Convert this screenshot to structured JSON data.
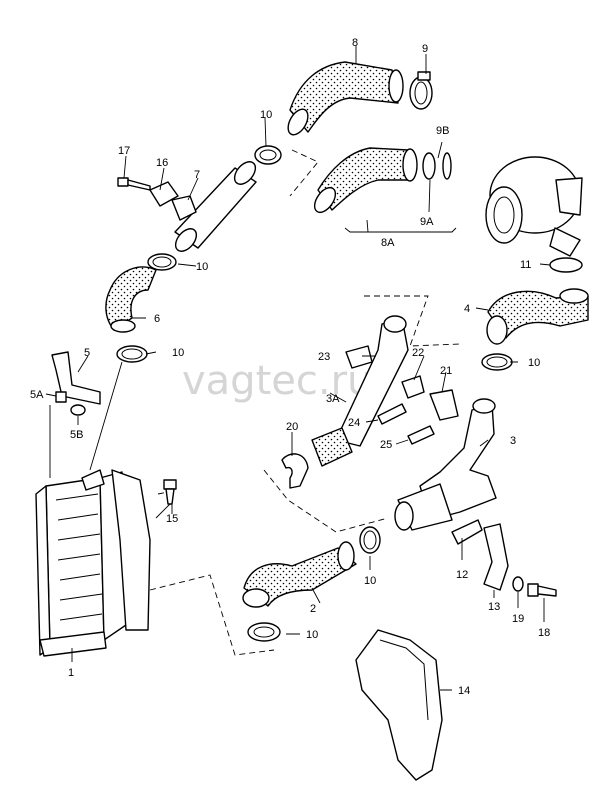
{
  "watermark": "vagtec.ru",
  "labels": {
    "l1": "1",
    "l2": "2",
    "l3": "3",
    "l3A": "3A",
    "l4": "4",
    "l5": "5",
    "l5A": "5A",
    "l5B": "5B",
    "l6": "6",
    "l7": "7",
    "l8": "8",
    "l8A": "8A",
    "l9": "9",
    "l9A": "9A",
    "l9B": "9B",
    "l10a": "10",
    "l10b": "10",
    "l10c": "10",
    "l10d": "10",
    "l10e": "10",
    "l10f": "10",
    "l11": "11",
    "l12": "12",
    "l13": "13",
    "l14": "14",
    "l15": "15",
    "l16": "16",
    "l17": "17",
    "l18": "18",
    "l19": "19",
    "l20": "20",
    "l21": "21",
    "l22": "22",
    "l23": "23",
    "l24": "24",
    "l25": "25"
  }
}
